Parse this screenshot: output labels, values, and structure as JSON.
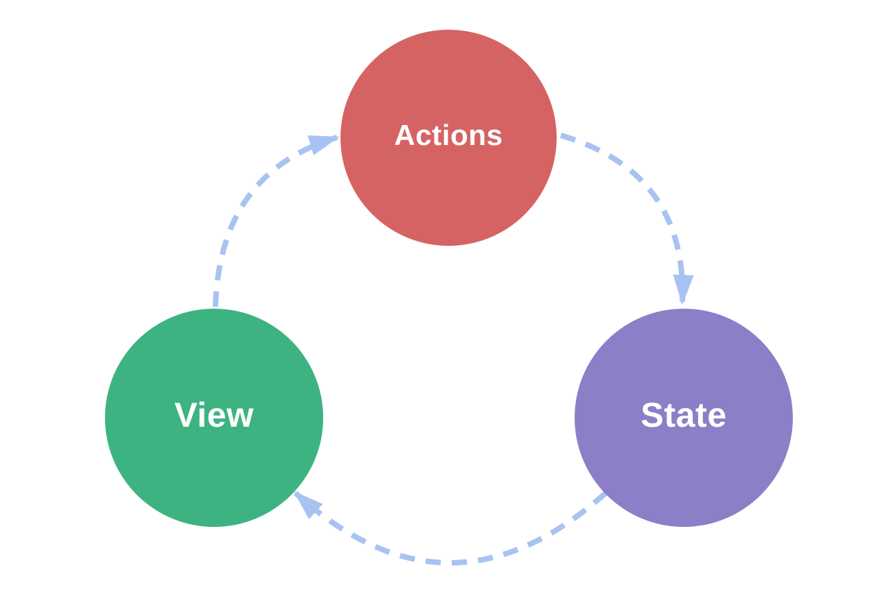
{
  "diagram": {
    "type": "cycle-flow",
    "nodes": [
      {
        "id": "actions",
        "label": "Actions",
        "color": "#d66363"
      },
      {
        "id": "state",
        "label": "State",
        "color": "#8d7ec8"
      },
      {
        "id": "view",
        "label": "View",
        "color": "#3db382"
      }
    ],
    "edges": [
      {
        "from": "actions",
        "to": "state"
      },
      {
        "from": "state",
        "to": "view"
      },
      {
        "from": "view",
        "to": "actions"
      }
    ],
    "arrow_color": "#a8c3f1",
    "label_color": "#ffffff"
  }
}
